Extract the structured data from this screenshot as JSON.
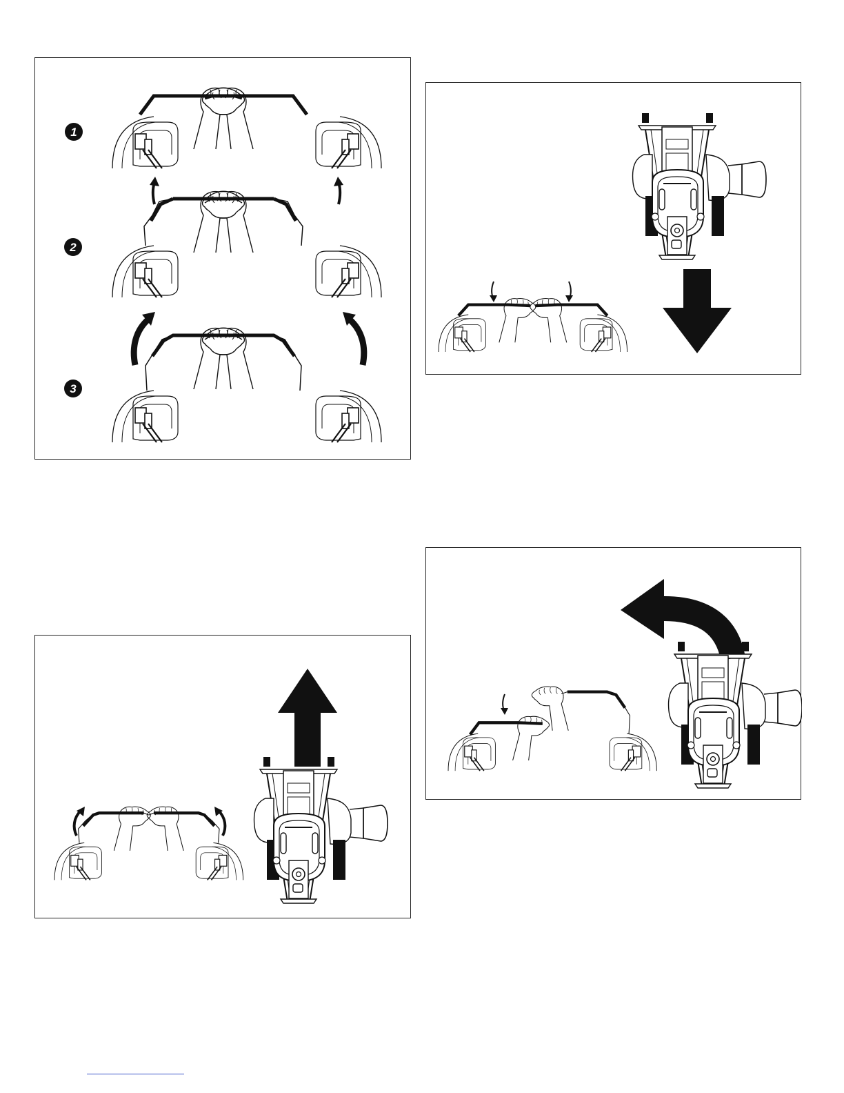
{
  "figures": {
    "levers_positions": {
      "steps": [
        {
          "badge": "1"
        },
        {
          "badge": "2"
        },
        {
          "badge": "3"
        }
      ]
    },
    "reverse": {},
    "forward": {},
    "turn": {}
  },
  "colors": {
    "line": "#111111",
    "footer_rule": "#3a55c8"
  }
}
